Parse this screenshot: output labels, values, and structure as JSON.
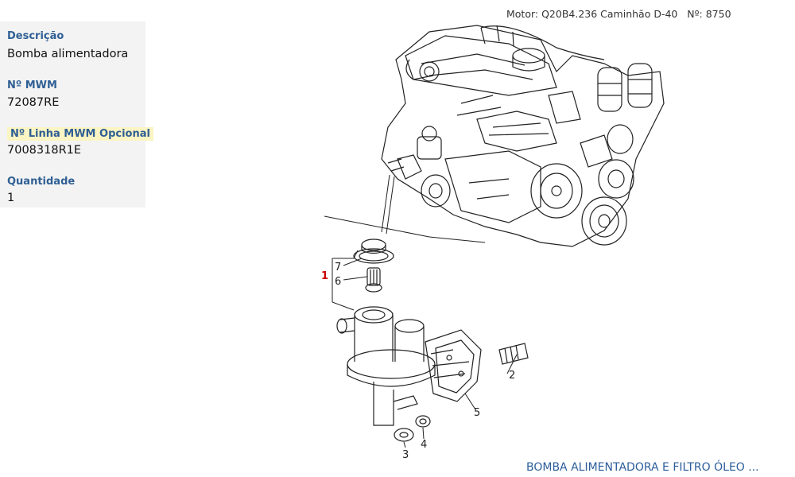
{
  "header": {
    "motor_text": "Motor: Q20B4.236 Caminhão D-40",
    "number_text": "Nº: 8750"
  },
  "details": {
    "descricao_label": "Descrição",
    "descricao_value": "Bomba alimentadora",
    "mwm_label": "Nº MWM",
    "mwm_value": "72087RE",
    "linha_label": "Nº Linha MWM Opcional",
    "linha_value": "7008318R1E",
    "quantidade_label": "Quantidade",
    "quantidade_value": "1"
  },
  "diagram": {
    "callouts": [
      "1",
      "7",
      "6",
      "2",
      "5",
      "3",
      "4"
    ],
    "highlight_color": "#cc0000"
  },
  "footer": {
    "link_text": "BOMBA ALIMENTADORA E FILTRO ÓLEO ..."
  }
}
